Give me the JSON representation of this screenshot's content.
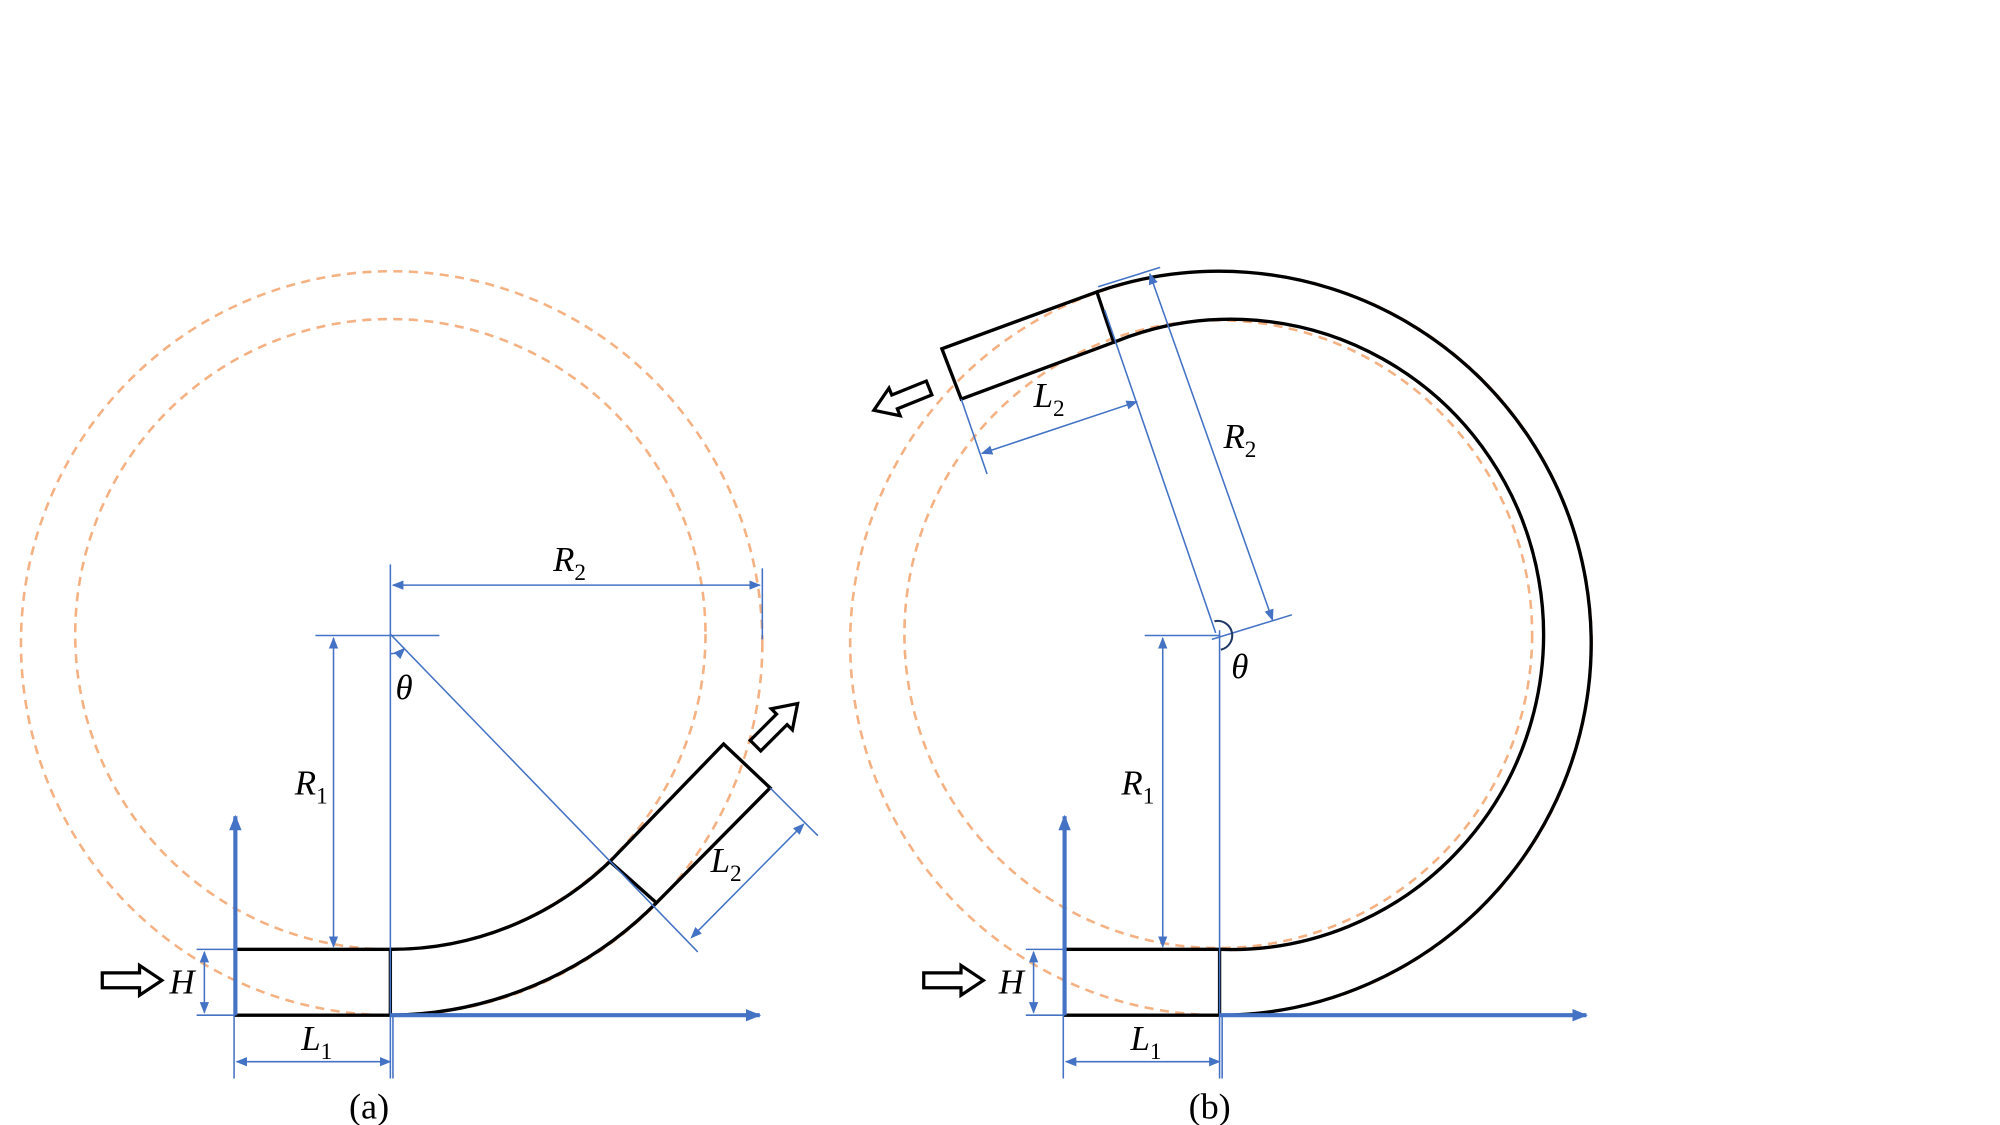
{
  "colors": {
    "dimension_blue": "#4472C4",
    "circle_orange": "#F4B183",
    "channel_black": "#000000"
  },
  "labels": {
    "r1": {
      "main": "R",
      "sub": "1"
    },
    "r2": {
      "main": "R",
      "sub": "2"
    },
    "l1": {
      "main": "L",
      "sub": "1"
    },
    "l2": {
      "main": "L",
      "sub": "2"
    },
    "h": "H",
    "theta": "θ"
  },
  "panels": [
    {
      "caption": "(a)"
    },
    {
      "caption": "(b)"
    }
  ],
  "icons": [
    "inlet-hollow-arrow",
    "outlet-hollow-arrow"
  ]
}
